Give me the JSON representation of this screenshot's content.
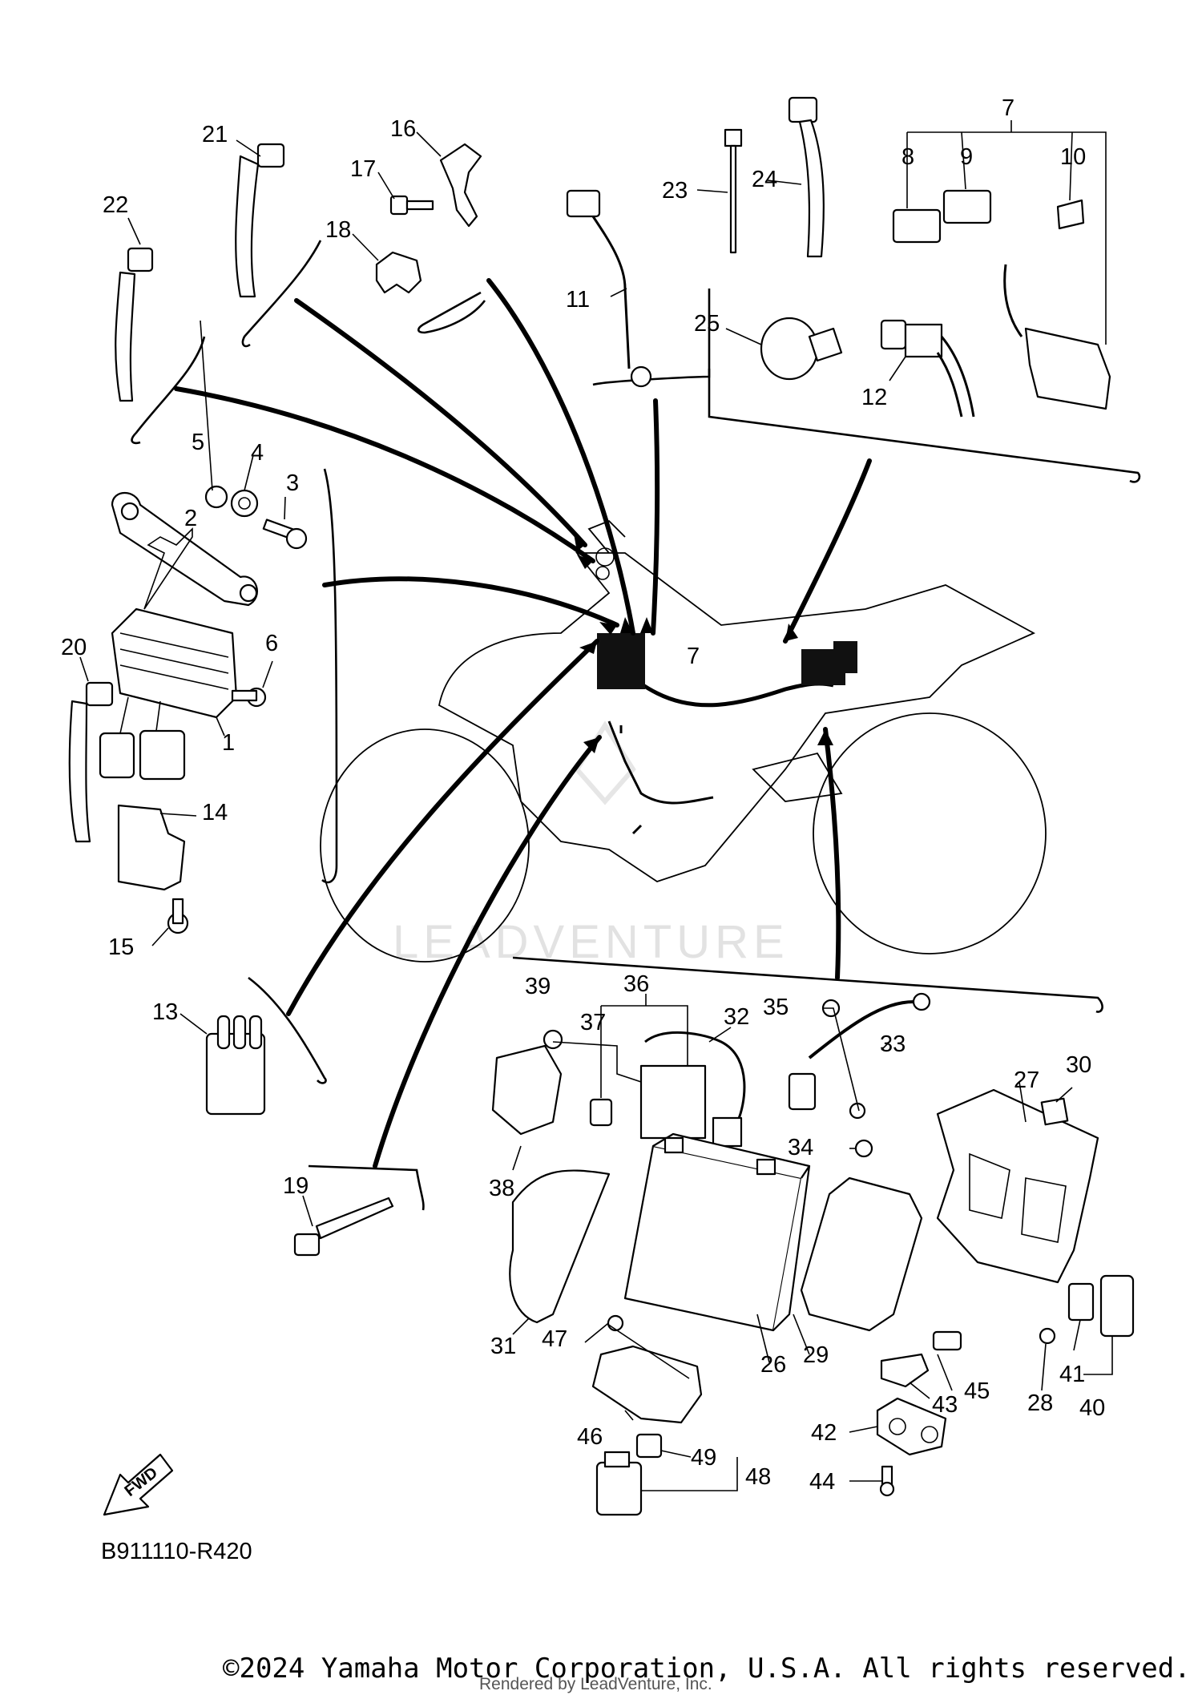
{
  "diagram": {
    "code": "B911110-R420",
    "watermark": "LEADVENTURE",
    "fwd_label": "FWD",
    "copyright": "©2024 Yamaha Motor Corporation, U.S.A. All rights reserved.",
    "rendered_by": "Rendered by LeadVenture, Inc.",
    "callouts": {
      "c1": "1",
      "c2": "2",
      "c3": "3",
      "c4": "4",
      "c5": "5",
      "c6": "6",
      "c7a": "7",
      "c7b": "7",
      "c8": "8",
      "c9": "9",
      "c10": "10",
      "c11": "11",
      "c12": "12",
      "c13": "13",
      "c14": "14",
      "c15": "15",
      "c16": "16",
      "c17": "17",
      "c18": "18",
      "c19": "19",
      "c20": "20",
      "c21": "21",
      "c22": "22",
      "c23": "23",
      "c24": "24",
      "c25": "25",
      "c26": "26",
      "c27": "27",
      "c28": "28",
      "c29": "29",
      "c30": "30",
      "c31": "31",
      "c32": "32",
      "c33": "33",
      "c34": "34",
      "c35": "35",
      "c36": "36",
      "c37": "37",
      "c38": "38",
      "c39": "39",
      "c40": "40",
      "c41": "41",
      "c42": "42",
      "c43": "43",
      "c44": "44",
      "c45": "45",
      "c46": "46",
      "c47": "47",
      "c48": "48",
      "c49": "49"
    }
  }
}
